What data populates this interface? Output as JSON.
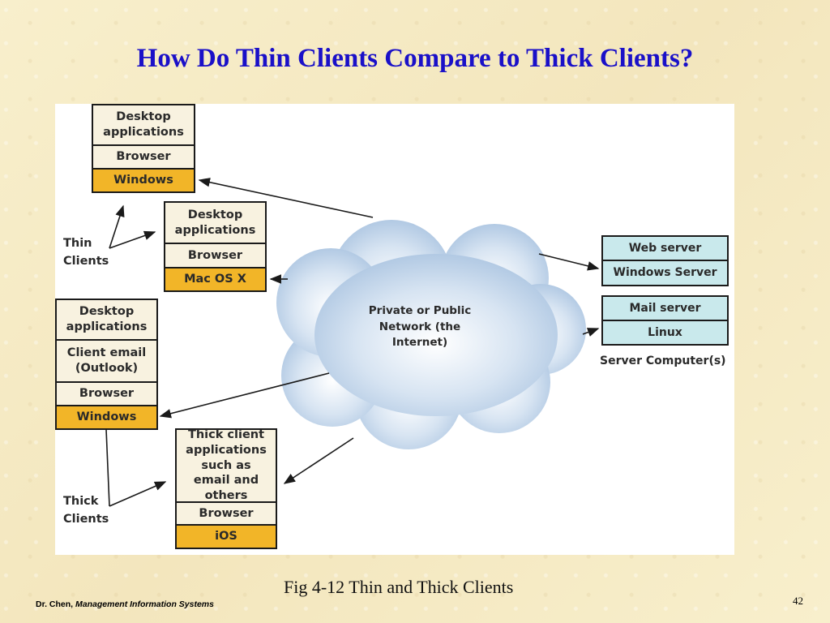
{
  "slide": {
    "title": "How Do Thin Clients Compare to Thick Clients?",
    "caption": "Fig 4-12 Thin and Thick Clients",
    "footer_author": "Dr. Chen,",
    "footer_course": "Management Information Systems",
    "page_number": "42"
  },
  "diagram": {
    "thin_client_1": [
      "Desktop applications",
      "Browser",
      "Windows"
    ],
    "thin_client_2": [
      "Desktop applications",
      "Browser",
      "Mac OS X"
    ],
    "thick_client_1": [
      "Desktop applications",
      "Client email (Outlook)",
      "Browser",
      "Windows"
    ],
    "thick_client_2": [
      "Thick client applications such as email and others",
      "Browser",
      "iOS"
    ],
    "thin_label": "Thin Clients",
    "thick_label": "Thick Clients",
    "network": "Private or Public Network (the Internet)",
    "web_server": [
      "Web server",
      "Windows Server"
    ],
    "mail_server": [
      "Mail server",
      "Linux"
    ],
    "servers_label": "Server Computer(s)"
  },
  "colors": {
    "title": "#1a10c8",
    "os_cell": "#f2b528",
    "server_cell": "#c9e9ec",
    "cloud": "#b8cfe6"
  }
}
